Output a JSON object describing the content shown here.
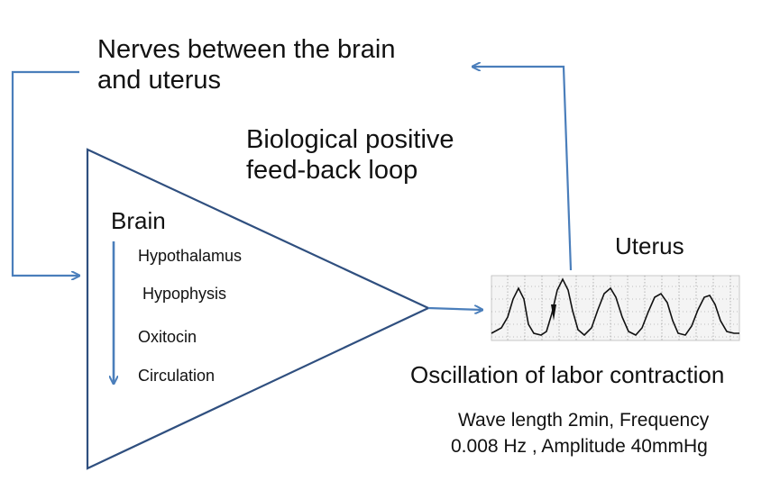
{
  "nerves_label": [
    "Nerves between the brain",
    "and uterus"
  ],
  "loop_label": [
    "Biological positive",
    "feed-back loop"
  ],
  "brain_label": "Brain",
  "brain_steps": [
    "Hypothalamus",
    "Hypophysis",
    "Oxitocin",
    "Circulation"
  ],
  "uterus_label": "Uterus",
  "oscillation_label": "Oscillation of labor contraction",
  "wave_info": [
    "Wave length 2min, Frequency",
    "0.008 Hz , Amplitude 40mmHg"
  ],
  "colors": {
    "arrow": "#4a7ebb",
    "triangle": "#2f4f7f",
    "text": "#111111",
    "trace": "#111111",
    "grid": "#888888"
  }
}
